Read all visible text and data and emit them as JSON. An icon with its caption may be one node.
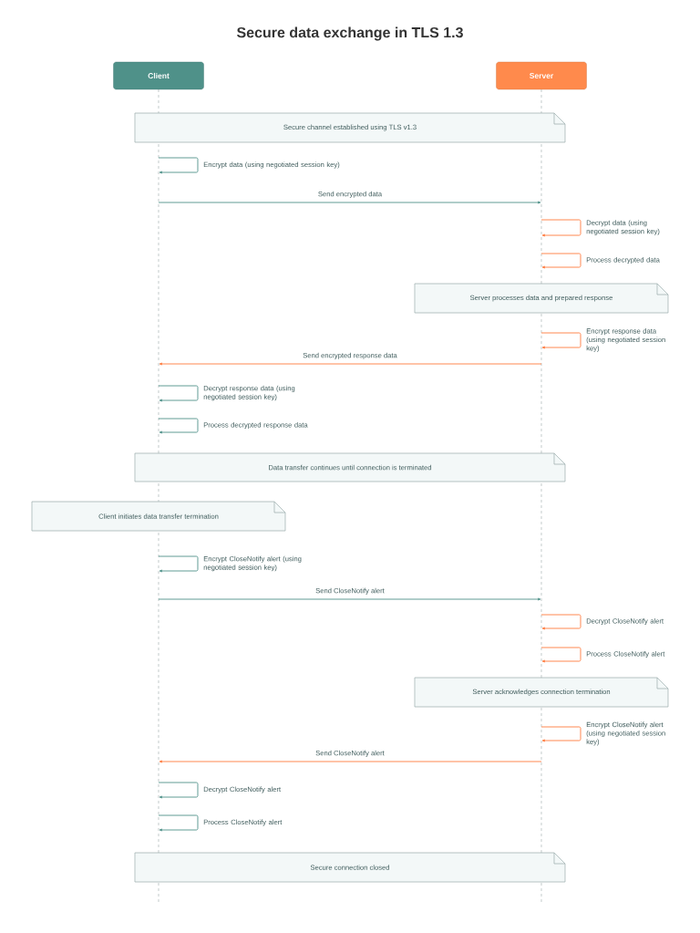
{
  "diagram": {
    "title": "Secure data exchange in TLS 1.3",
    "nodes": [
      {
        "text": [
          "Client"
        ]
      },
      {
        "text": [
          "Server"
        ]
      },
      {
        "text": [
          "Secure channel established using TLS v1.3"
        ]
      },
      {
        "text": [
          "Server processes data and prepared response"
        ]
      },
      {
        "text": [
          "Data transfer continues until connection is terminated"
        ]
      },
      {
        "text": [
          "Client initiates data transfer termination"
        ]
      },
      {
        "text": [
          "Server acknowledges connection termination"
        ]
      },
      {
        "text": [
          "Secure connection closed"
        ]
      }
    ],
    "edges": [
      {
        "from": 0,
        "to": 0,
        "arrow": "to",
        "label": "Encrypt data (using negotiated session key)",
        "color": "#4f9189"
      },
      {
        "from": 0,
        "to": 1,
        "arrow": "to",
        "label": "Send encrypted data",
        "color": "#4f9189"
      },
      {
        "from": 1,
        "to": 1,
        "arrow": "to",
        "label": "Decrypt data (using negotiated session key)",
        "color": "#ff7a3d"
      },
      {
        "from": 1,
        "to": 1,
        "arrow": "to",
        "label": "Process decrypted data",
        "color": "#ff7a3d"
      },
      {
        "from": 1,
        "to": 1,
        "arrow": "to",
        "label": "Encrypt response data (using negotiated session key)",
        "color": "#ff7a3d"
      },
      {
        "from": 1,
        "to": 0,
        "arrow": "to",
        "label": "Send encrypted response data",
        "color": "#ff7a3d"
      },
      {
        "from": 0,
        "to": 0,
        "arrow": "to",
        "label": "Decrypt response data (using negotiated session key)",
        "color": "#4f9189"
      },
      {
        "from": 0,
        "to": 0,
        "arrow": "to",
        "label": "Process decrypted response data",
        "color": "#4f9189"
      },
      {
        "from": 0,
        "to": 0,
        "arrow": "to",
        "label": "Encrypt CloseNotify alert (using negotiated session key)",
        "color": "#4f9189"
      },
      {
        "from": 0,
        "to": 1,
        "arrow": "to",
        "label": "Send CloseNotify alert",
        "color": "#4f9189"
      },
      {
        "from": 1,
        "to": 1,
        "arrow": "to",
        "label": "Decrypt CloseNotify alert",
        "color": "#ff7a3d"
      },
      {
        "from": 1,
        "to": 1,
        "arrow": "to",
        "label": "Process CloseNotify alert",
        "color": "#ff7a3d"
      },
      {
        "from": 1,
        "to": 1,
        "arrow": "to",
        "label": "Encrypt CloseNotify alert (using negotiated session key)",
        "color": "#ff7a3d"
      },
      {
        "from": 1,
        "to": 0,
        "arrow": "to",
        "label": "Send CloseNotify alert",
        "color": "#ff7a3d"
      },
      {
        "from": 0,
        "to": 0,
        "arrow": "to",
        "label": "Decrypt CloseNotify alert",
        "color": "#4f9189"
      },
      {
        "from": 0,
        "to": 0,
        "arrow": "to",
        "label": "Process CloseNotify alert",
        "color": "#4f9189"
      }
    ]
  }
}
